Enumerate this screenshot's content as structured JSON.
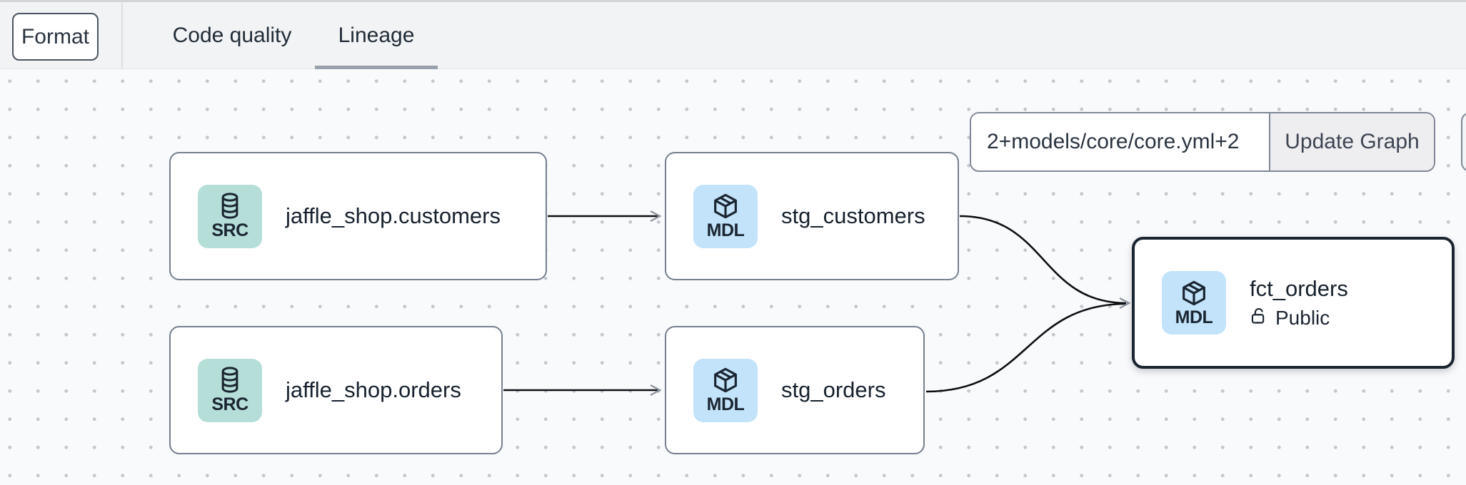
{
  "header": {
    "format_button": "Format",
    "tabs": [
      {
        "label": "Code quality",
        "active": false
      },
      {
        "label": "Lineage",
        "active": true
      }
    ]
  },
  "toolbar": {
    "selector_value": "2+models/core/core.yml+2",
    "update_button": "Update Graph"
  },
  "graph": {
    "nodes": [
      {
        "id": "source-customers",
        "type": "SRC",
        "label": "jaffle_shop.customers",
        "icon": "database-icon"
      },
      {
        "id": "source-orders",
        "type": "SRC",
        "label": "jaffle_shop.orders",
        "icon": "database-icon"
      },
      {
        "id": "stg-customers",
        "type": "MDL",
        "label": "stg_customers",
        "icon": "cube-icon"
      },
      {
        "id": "stg-orders",
        "type": "MDL",
        "label": "stg_orders",
        "icon": "cube-icon"
      },
      {
        "id": "fct-orders",
        "type": "MDL",
        "label": "fct_orders",
        "icon": "cube-icon",
        "access": "Public",
        "selected": true
      }
    ],
    "edges": [
      {
        "from": "jaffle_shop.customers",
        "to": "stg_customers"
      },
      {
        "from": "jaffle_shop.orders",
        "to": "stg_orders"
      },
      {
        "from": "stg_customers",
        "to": "fct_orders"
      },
      {
        "from": "stg_orders",
        "to": "fct_orders"
      }
    ]
  },
  "colors": {
    "source_badge": "#b5ded9",
    "model_badge": "#c2e3f9",
    "node_border": "#75808f",
    "selected_node_border": "#1b2531",
    "edge": "#0c0f12",
    "arrowhead": "#8d949e",
    "header_bg": "#f2f3f4",
    "canvas_bg": "#f9fafc",
    "tab_underline": "#98a0ab"
  }
}
